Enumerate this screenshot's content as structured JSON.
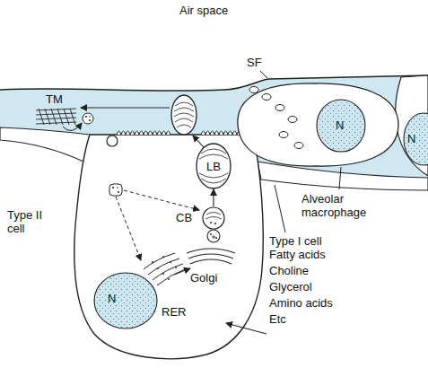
{
  "diagram": {
    "nodes": [
      {
        "text": [
          "N"
        ]
      },
      {
        "text": [
          "N"
        ]
      },
      {
        "text": [
          "LB"
        ]
      },
      {
        "text": [
          "CB"
        ]
      },
      {
        "text": [
          "N"
        ]
      }
    ],
    "edges": [
      {
        "from": 3,
        "to": 2,
        "arrow": "to"
      }
    ],
    "labels": [
      "Air space",
      "SF",
      "TM",
      "Alveolar macrophage",
      "Type I cell",
      "Type II cell",
      "Golgi",
      "RER",
      "Fatty acids",
      "Choline",
      "Glycerol",
      "Amino acids",
      "Etc"
    ]
  }
}
